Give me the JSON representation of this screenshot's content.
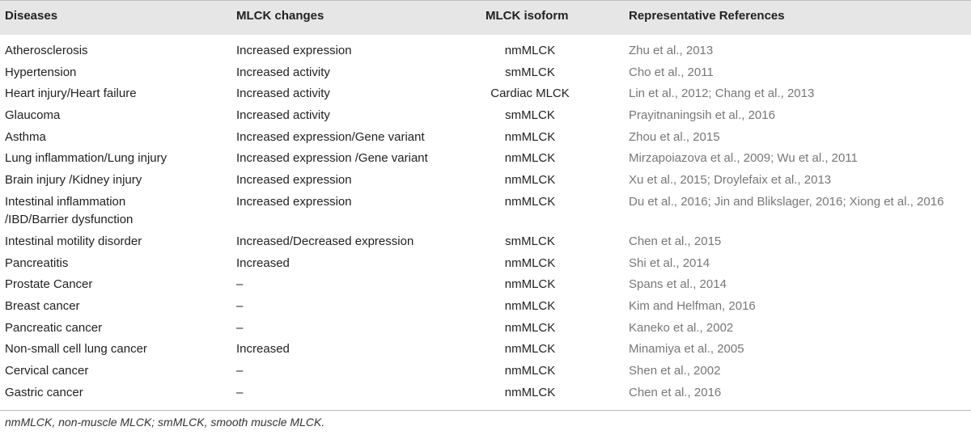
{
  "table": {
    "headers": [
      "Diseases",
      "MLCK changes",
      "MLCK isoform",
      "Representative References"
    ],
    "rows": [
      {
        "disease": [
          "Atherosclerosis"
        ],
        "change": "Increased expression",
        "isoform": "nmMLCK",
        "refs": "Zhu et al., 2013"
      },
      {
        "disease": [
          "Hypertension"
        ],
        "change": "Increased activity",
        "isoform": "smMLCK",
        "refs": "Cho et al., 2011"
      },
      {
        "disease": [
          "Heart injury/Heart failure"
        ],
        "change": "Increased activity",
        "isoform": "Cardiac MLCK",
        "refs": "Lin et al., 2012; Chang et al., 2013"
      },
      {
        "disease": [
          "Glaucoma"
        ],
        "change": "Increased activity",
        "isoform": "smMLCK",
        "refs": "Prayitnaningsih et al., 2016"
      },
      {
        "disease": [
          "Asthma"
        ],
        "change": "Increased expression/Gene variant",
        "isoform": "nmMLCK",
        "refs": "Zhou et al., 2015"
      },
      {
        "disease": [
          "Lung inflammation/Lung injury"
        ],
        "change": "Increased expression /Gene variant",
        "isoform": "nmMLCK",
        "refs": "Mirzapoiazova et al., 2009; Wu et al., 2011"
      },
      {
        "disease": [
          "Brain injury /Kidney injury"
        ],
        "change": "Increased expression",
        "isoform": "nmMLCK",
        "refs": "Xu et al., 2015; Droylefaix et al., 2013"
      },
      {
        "disease": [
          "Intestinal inflammation",
          "/IBD/Barrier dysfunction"
        ],
        "change": "Increased expression",
        "isoform": "nmMLCK",
        "refs": "Du et al., 2016; Jin and Blikslager, 2016; Xiong et al., 2016"
      },
      {
        "disease": [
          "Intestinal motility disorder"
        ],
        "change": "Increased/Decreased expression",
        "isoform": "smMLCK",
        "refs": "Chen et al., 2015"
      },
      {
        "disease": [
          "Pancreatitis"
        ],
        "change": "Increased",
        "isoform": "nmMLCK",
        "refs": "Shi et al., 2014"
      },
      {
        "disease": [
          "Prostate Cancer"
        ],
        "change": "–",
        "isoform": "nmMLCK",
        "refs": "Spans et al., 2014"
      },
      {
        "disease": [
          "Breast cancer"
        ],
        "change": "–",
        "isoform": "nmMLCK",
        "refs": "Kim and Helfman, 2016"
      },
      {
        "disease": [
          "Pancreatic cancer"
        ],
        "change": "–",
        "isoform": "nmMLCK",
        "refs": "Kaneko et al., 2002"
      },
      {
        "disease": [
          "Non-small cell lung cancer"
        ],
        "change": "Increased",
        "isoform": "nmMLCK",
        "refs": "Minamiya et al., 2005"
      },
      {
        "disease": [
          "Cervical cancer"
        ],
        "change": "–",
        "isoform": "nmMLCK",
        "refs": "Shen et al., 2002"
      },
      {
        "disease": [
          "Gastric cancer"
        ],
        "change": "–",
        "isoform": "nmMLCK",
        "refs": "Chen et al., 2016"
      }
    ]
  },
  "footnote": "nmMLCK, non-muscle MLCK; smMLCK, smooth muscle MLCK.",
  "colors": {
    "header_bg": "#e6e6e6",
    "ref_text": "#777777",
    "rule": "#bdbdbd"
  }
}
